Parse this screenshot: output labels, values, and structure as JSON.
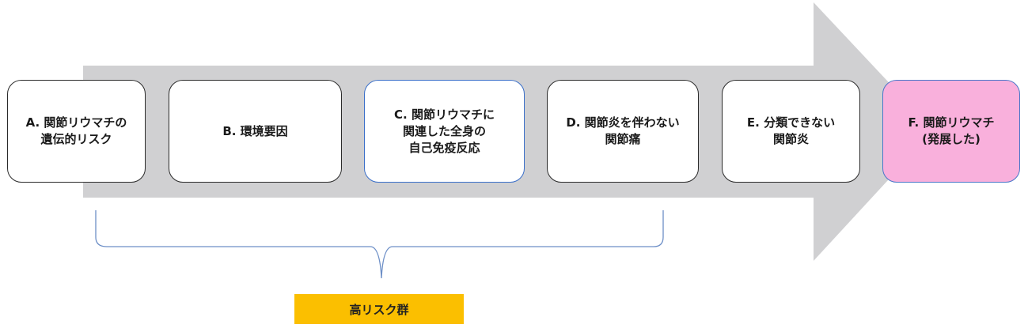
{
  "colors": {
    "arrow": "#d0d0d2",
    "box_border": "#2b2b2b",
    "blue_border": "#3a6fc9",
    "highlight_box": "#f9b0dc",
    "bracket": "#6d8fc7",
    "group_label_bg": "#fbbf00"
  },
  "stages": [
    {
      "label": "A. 関節リウマチの\n遺伝的リスク"
    },
    {
      "label": "B. 環境要因"
    },
    {
      "label": "C. 関節リウマチに\n関連した全身の\n自己免疫反応"
    },
    {
      "label": "D. 関節炎を伴わない\n関節痛"
    },
    {
      "label": "E. 分類できない\n関節炎"
    },
    {
      "label": "F. 関節リウマチ\n(発展した)"
    }
  ],
  "group": {
    "label": "高リスク群"
  }
}
